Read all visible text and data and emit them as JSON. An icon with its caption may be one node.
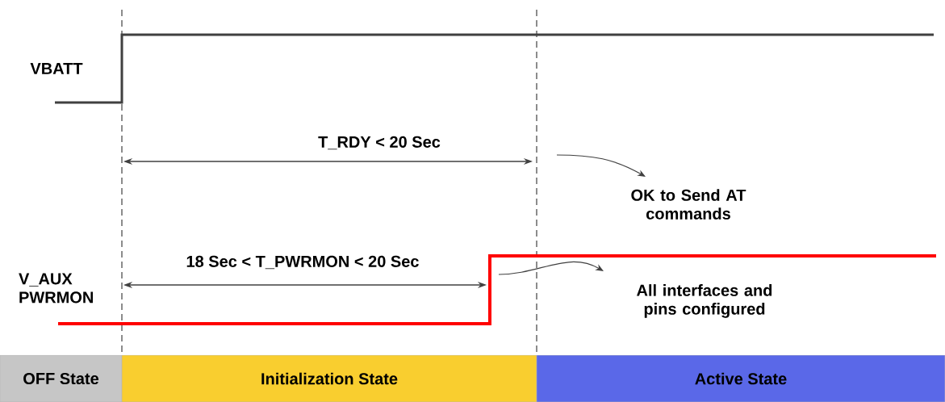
{
  "diagram": {
    "nodes": [
      {
        "text": [
          "OK to Send AT commands"
        ]
      },
      {
        "text": [
          "All interfaces and pins configured"
        ]
      },
      {
        "text": [
          "OFF State"
        ]
      },
      {
        "text": [
          "Initialization State"
        ]
      },
      {
        "text": [
          "Active State"
        ]
      }
    ],
    "edges": [
      {
        "from": null,
        "to": 0,
        "arrow": "to"
      },
      {
        "from": null,
        "to": 1,
        "arrow": "to"
      }
    ],
    "labels": [
      "VBATT",
      "T_RDY < 20 Sec",
      "V_AUX PWRMON",
      "18 Sec < T_PWRMON < 20 Sec"
    ]
  }
}
